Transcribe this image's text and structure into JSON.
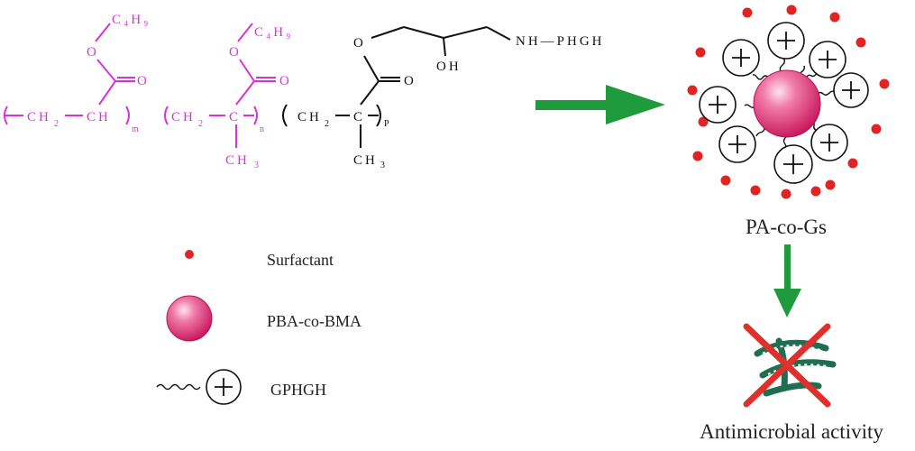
{
  "structure": {
    "c4h9_left": "C₄H₉",
    "c4h9_mid": "C₄H₉",
    "o_ester": "O",
    "o_carbonyl": "O",
    "ch2": "CH",
    "ch_left": "CH",
    "c_mid": "C",
    "c_right": "C",
    "sub_2": "2",
    "sub_3": "3",
    "sub_m": "m",
    "sub_n": "n",
    "sub_p": "P",
    "ch3": "CH",
    "oh": "OH",
    "nh_phgh": "NH—PHGH"
  },
  "legend": {
    "surfactant": "Surfactant",
    "pba_co_bma": "PBA-co-BMA",
    "gphgh": "GPHGH"
  },
  "particle_label": "PA-co-Gs",
  "result_label": "Antimicrobial activity",
  "colors": {
    "copolymer": "#d633d6",
    "grafted": "#111111",
    "arrow": "#1f9a3c",
    "surfactant": "#e02424",
    "core": "#e7548e",
    "cross": "#e0302c",
    "bacteria": "#1f6e52"
  },
  "icons": {
    "arrow": "right-arrow-icon",
    "down_arrow": "down-arrow-icon",
    "cross": "cross-icon",
    "bacteria": "bacteria-icon"
  }
}
